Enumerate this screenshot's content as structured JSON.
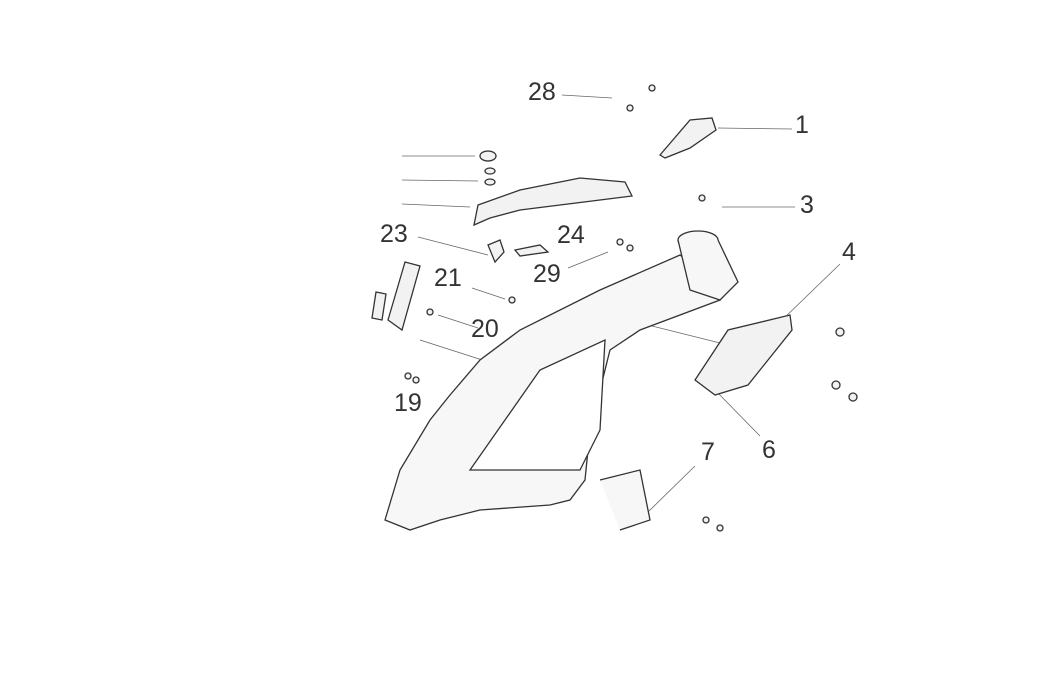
{
  "diagram": {
    "callouts": [
      {
        "id": "28",
        "text": "28"
      },
      {
        "id": "1",
        "text": "1"
      },
      {
        "id": "3",
        "text": "3"
      },
      {
        "id": "4",
        "text": "4"
      },
      {
        "id": "23",
        "text": "23"
      },
      {
        "id": "24",
        "text": "24"
      },
      {
        "id": "29",
        "text": "29"
      },
      {
        "id": "21",
        "text": "21"
      },
      {
        "id": "20",
        "text": "20"
      },
      {
        "id": "19",
        "text": "19"
      },
      {
        "id": "6",
        "text": "6"
      },
      {
        "id": "7",
        "text": "7"
      }
    ],
    "colors": {
      "line": "#333333",
      "fill": "#f2f2f2"
    }
  }
}
